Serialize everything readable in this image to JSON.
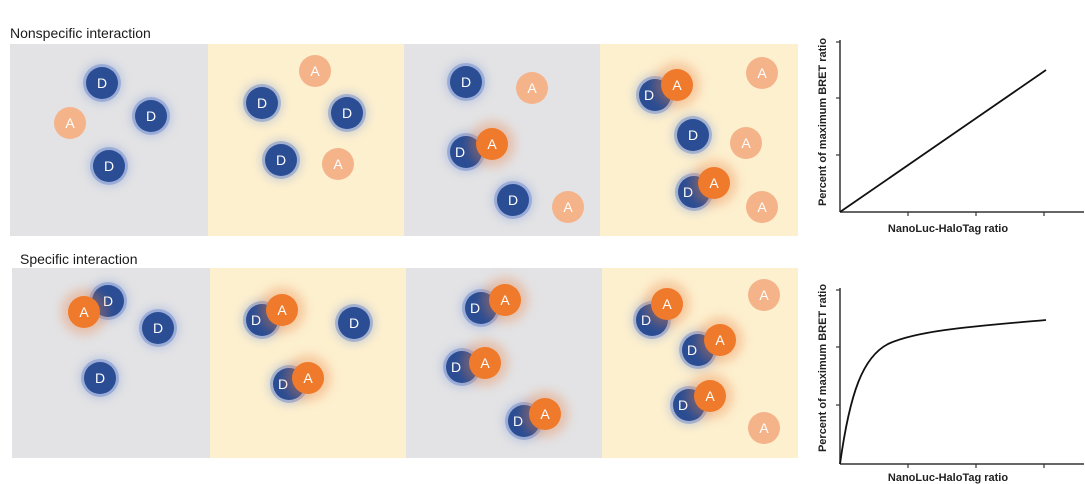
{
  "rows": [
    {
      "title": "Nonspecific interaction",
      "graph": {
        "xlabel": "NanoLuc-HaloTag ratio",
        "ylabel": "Percent of maximum BRET ratio",
        "curve": "linear"
      }
    },
    {
      "title": "Specific interaction",
      "graph": {
        "xlabel": "NanoLuc-HaloTag ratio",
        "ylabel": "Percent of maximum BRET ratio",
        "curve": "saturating"
      }
    }
  ],
  "labels": {
    "donor": "D",
    "acceptor": "A"
  },
  "colors": {
    "donor": "#2a4d94",
    "acceptor_free": "#f5b38a",
    "acceptor_bound": "#ef7a2b",
    "panel_grey": "#e3e3e5",
    "panel_cream": "#fdf0cf"
  }
}
